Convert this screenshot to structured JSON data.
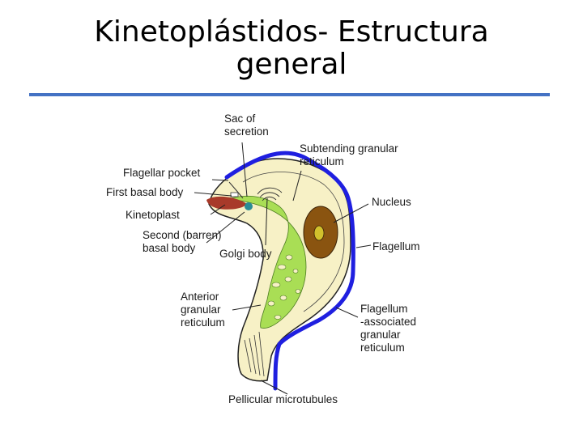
{
  "slide": {
    "title_line1": "Kinetoplástidos- Estructura",
    "title_line2": "general"
  },
  "diagram": {
    "labels": {
      "sac_line1": "Sac of",
      "sac_line2": "secretion",
      "subtending_line1": "Subtending granular",
      "subtending_line2": "reticulum",
      "flagellar_pocket": "Flagellar pocket",
      "first_basal_body": "First basal body",
      "kinetoplast": "Kinetoplast",
      "second_basal_line1": "Second (barren)",
      "second_basal_line2": "basal body",
      "nucleus": "Nucleus",
      "golgi": "Golgi body",
      "flagellum": "Flagellum",
      "anterior_line1": "Anterior",
      "anterior_line2": "granular",
      "anterior_line3": "reticulum",
      "fagr_line1": "Flagellum",
      "fagr_line2": "-associated",
      "fagr_line3": "granular",
      "fagr_line4": "reticulum",
      "pellicular": "Pellicular microtubules"
    },
    "colors": {
      "cytoplasm": "#f7f1c6",
      "flagellum": "#1f1fe0",
      "nucleus": "#8a5410",
      "nucleolus": "#d2c12c",
      "reticulum": "#a9de55",
      "kinetoplast": "#a83a2a",
      "golgi": "#2a8c96"
    }
  }
}
